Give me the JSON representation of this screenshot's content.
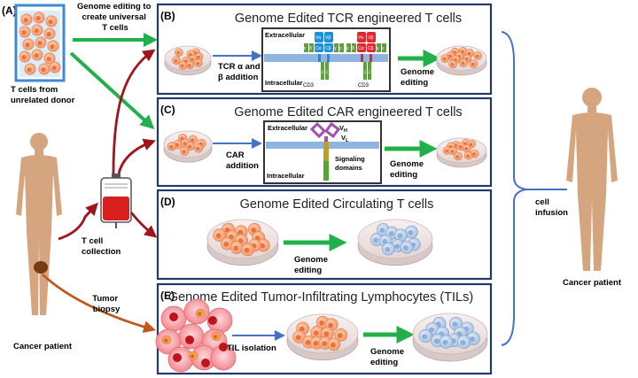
{
  "panel_letters": {
    "a": "(A)",
    "b": "(B)",
    "c": "(C)",
    "d": "(D)",
    "e": "(E)"
  },
  "panel_titles": {
    "b": "Genome Edited TCR engineered T cells",
    "c": "Genome Edited CAR engineered T cells",
    "d": "Genome Edited Circulating T cells",
    "e": "Genome Edited Tumor-Infiltrating Lymphocytes (TILs)"
  },
  "labels": {
    "genome_editing_universal": [
      "Genome editing to",
      "create universal",
      "T cells"
    ],
    "t_cells_donor": [
      "T cells from",
      "unrelated donor"
    ],
    "cancer_patient_left": "Cancer patient",
    "cancer_patient_right": "Cancer patient",
    "t_cell_collection": [
      "T cell",
      "collection"
    ],
    "tumor_biopsy": [
      "Tumor",
      "biopsy"
    ],
    "cell_infusion": [
      "cell",
      "infusion"
    ],
    "tcr_addition": [
      "TCR α and",
      "β addition"
    ],
    "car_addition": [
      "CAR",
      "addition"
    ],
    "genome_editing_2line": [
      "Genome",
      "editing"
    ],
    "til_isolation": "TIL isolation",
    "extracellular": "Extracellular",
    "intracellular": "Intracellular",
    "cd3": "CD3",
    "vh": "V",
    "vh_sub": "H",
    "vl": "V",
    "vl_sub": "L",
    "signaling_domains": [
      "Signaling",
      "domains"
    ],
    "tcr_domains": {
      "eps": "ε",
      "delta": "δ",
      "gamma": "γ",
      "v_alpha": "Vα",
      "v_beta": "Vβ",
      "c_alpha": "Cα",
      "c_beta": "Cβ",
      "zeta": "ζ"
    }
  },
  "colors": {
    "panel_border": "#1f3a6b",
    "green_arrow": "#22b04b",
    "blue_arrow": "#4472c4",
    "dark_red_arrow": "#a0141c",
    "brown_arrow": "#c05a1c",
    "membrane": "#8fb4e0",
    "tcr_blue": "#1e90d8",
    "tcr_red": "#e0282e",
    "tcr_green": "#5aa532",
    "car_purple": "#a44fb0",
    "car_olive": "#b8a030",
    "cell_orange": "#f4a37a",
    "cell_blue": "#b9cde6",
    "donor_box": "#3d8ad6",
    "body_tan": "#d4a57e"
  }
}
